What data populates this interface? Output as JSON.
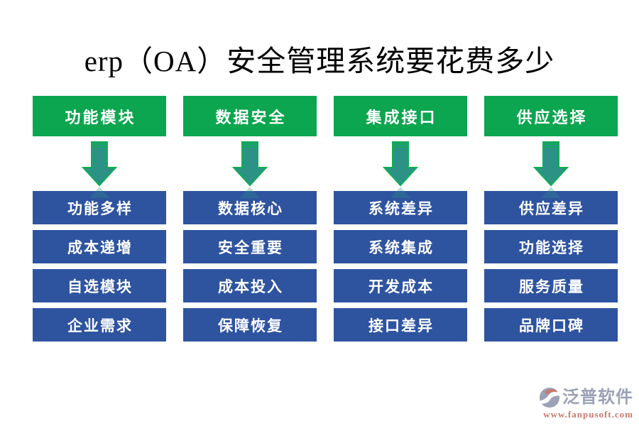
{
  "title": "erp（OA）安全管理系统要花费多少",
  "colors": {
    "green": "#0ba64f",
    "blue": "#2e54a0",
    "arrow_fill": "#2b9285",
    "arrow_stroke": "#0fae52",
    "logo_text": "#9ba1b6",
    "logo_url": "#c87a6c"
  },
  "icons": {
    "arrow": "arrow-down-icon",
    "logo": "fanpu-logo-icon"
  },
  "columns": [
    {
      "header": "功能模块",
      "items": [
        "功能多样",
        "成本递增",
        "自选模块",
        "企业需求"
      ]
    },
    {
      "header": "数据安全",
      "items": [
        "数据核心",
        "安全重要",
        "成本投入",
        "保障恢复"
      ]
    },
    {
      "header": "集成接口",
      "items": [
        "系统差异",
        "系统集成",
        "开发成本",
        "接口差异"
      ]
    },
    {
      "header": "供应选择",
      "items": [
        "供应差异",
        "功能选择",
        "服务质量",
        "品牌口碑"
      ]
    }
  ],
  "footer": {
    "brand": "泛普软件",
    "url": "www.fanpusoft.com"
  }
}
